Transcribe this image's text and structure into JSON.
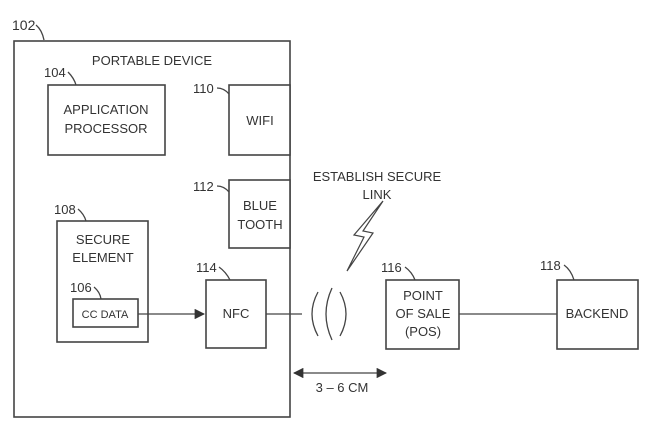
{
  "device": {
    "ref": "102",
    "title": "PORTABLE DEVICE"
  },
  "app_processor": {
    "ref": "104",
    "line1": "APPLICATION",
    "line2": "PROCESSOR"
  },
  "wifi": {
    "ref": "110",
    "label": "WIFI"
  },
  "bluetooth": {
    "ref": "112",
    "line1": "BLUE",
    "line2": "TOOTH"
  },
  "secure_element": {
    "ref": "108",
    "line1": "SECURE",
    "line2": "ELEMENT"
  },
  "cc_data": {
    "ref": "106",
    "label": "CC DATA"
  },
  "nfc": {
    "ref": "114",
    "label": "NFC"
  },
  "secure_link": {
    "line1": "ESTABLISH SECURE",
    "line2": "LINK"
  },
  "pos": {
    "ref": "116",
    "line1": "POINT",
    "line2": "OF SALE",
    "line3": "(POS)"
  },
  "backend": {
    "ref": "118",
    "label": "BACKEND"
  },
  "distance": {
    "label": "3 – 6 CM"
  }
}
